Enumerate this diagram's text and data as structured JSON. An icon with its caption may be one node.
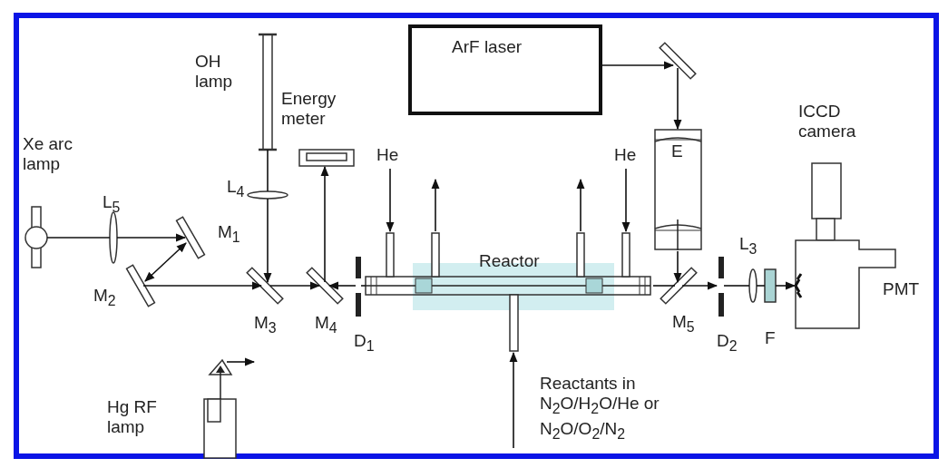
{
  "diagram": {
    "nodes": [
      {
        "text": [
          "ArF laser"
        ]
      },
      {
        "text": [
          "Xe arc lamp"
        ]
      },
      {
        "text": [
          "L$_{5}$"
        ]
      },
      {
        "text": [
          "M$_{1}$"
        ]
      },
      {
        "text": [
          "M$_{2}$"
        ]
      },
      {
        "text": [
          "M$_{3}$"
        ]
      },
      {
        "text": [
          "M$_{4}$"
        ]
      },
      {
        "text": [
          "OH lamp"
        ]
      },
      {
        "text": [
          "L$_{4}$"
        ]
      },
      {
        "text": [
          "Energy meter"
        ]
      },
      {
        "text": [
          "D$_{1}$"
        ]
      },
      {
        "text": [
          "Reactor"
        ]
      },
      {
        "text": [
          "He"
        ]
      },
      {
        "text": [
          "He"
        ]
      },
      {
        "text": [],
        "shape": "mirror"
      },
      {
        "text": [
          "E"
        ]
      },
      {
        "text": [
          "M$_{5}$"
        ]
      },
      {
        "text": [
          "D$_{2}$"
        ]
      },
      {
        "text": [
          "L$_{3}$"
        ]
      },
      {
        "text": [
          "F"
        ]
      },
      {
        "text": [
          "ICCD camera"
        ],
        "beside": [
          "PMT"
        ]
      },
      {
        "text": [
          "Hg RF lamp"
        ]
      }
    ],
    "edges": [
      {
        "from": 1,
        "to": 2,
        "arrow": "none"
      },
      {
        "from": 2,
        "to": 3,
        "arrow": "to"
      },
      {
        "from": 3,
        "to": 4,
        "arrow": "both"
      },
      {
        "from": 4,
        "to": 5,
        "arrow": "to"
      },
      {
        "from": 7,
        "to": 8,
        "arrow": "none"
      },
      {
        "from": 8,
        "to": 5,
        "arrow": "to"
      },
      {
        "from": 5,
        "to": 6,
        "arrow": "to"
      },
      {
        "from": 6,
        "to": 9,
        "arrow": "to"
      },
      {
        "from": 11,
        "to": 10,
        "arrow": "none"
      },
      {
        "from": 10,
        "to": 6,
        "arrow": "to"
      },
      {
        "from": 0,
        "to": 14,
        "arrow": "to"
      },
      {
        "from": 14,
        "to": 15,
        "arrow": "to"
      },
      {
        "from": 15,
        "to": 16,
        "arrow": "to"
      },
      {
        "from": 11,
        "to": 16,
        "arrow": "none"
      },
      {
        "from": 16,
        "to": 17,
        "arrow": "to"
      },
      {
        "from": 17,
        "to": 18,
        "arrow": "none"
      },
      {
        "from": 18,
        "to": 19,
        "arrow": "none"
      },
      {
        "from": 19,
        "to": 20,
        "arrow": "to"
      },
      {
        "from": 12,
        "to": 11,
        "arrow": "to"
      },
      {
        "from": 13,
        "to": 11,
        "arrow": "to"
      },
      {
        "from": 11,
        "to": null,
        "arrow": "to"
      },
      {
        "from": 11,
        "to": null,
        "arrow": "to"
      },
      {
        "from": null,
        "to": 11,
        "arrow": "to"
      },
      {
        "from": 21,
        "to": null,
        "arrow": "to"
      }
    ],
    "labels": [
      "Reactants in N$_{2}$O/H$_{2}$O/He or N$_{2}$O/O$_{2}$/N$_{2}$"
    ]
  }
}
